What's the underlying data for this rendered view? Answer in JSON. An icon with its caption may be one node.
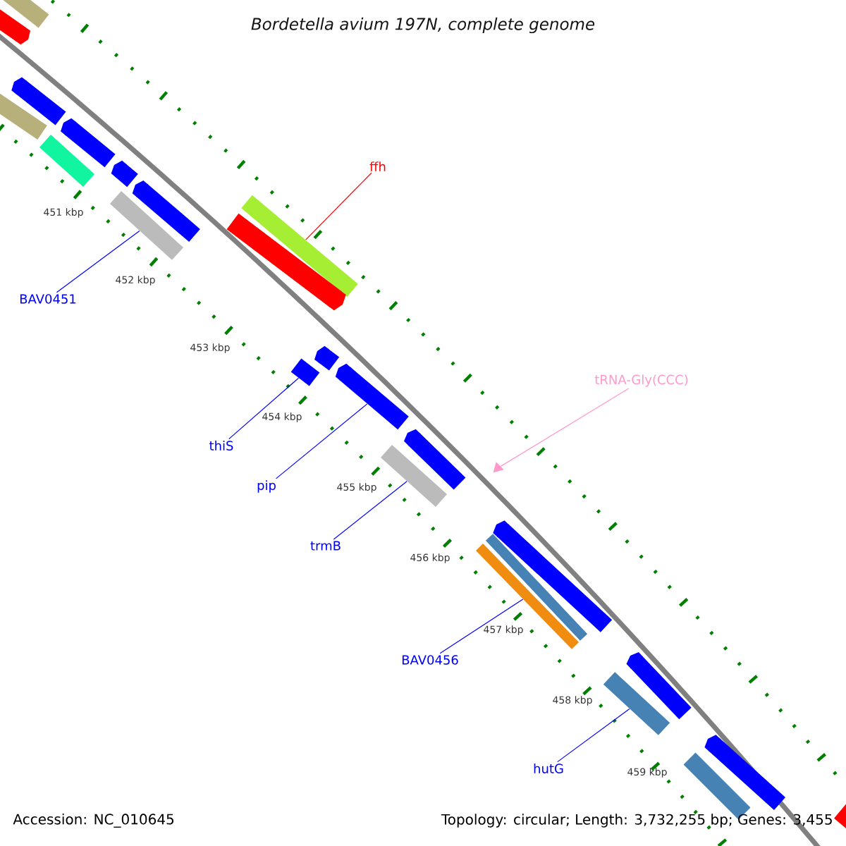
{
  "diagram": {
    "title": "Bordetella avium 197N, complete genome",
    "nodes": [
      {
        "text": [
          "ffh"
        ]
      },
      {
        "text": [],
        "shape": "bar"
      },
      {
        "text": [
          "BAV0451"
        ]
      },
      {
        "text": [],
        "shape": "bar"
      },
      {
        "text": [
          "tRNA-Gly(CCC)"
        ]
      },
      {
        "text": [],
        "shape": "triangle"
      },
      {
        "text": [
          "thiS"
        ]
      },
      {
        "text": [],
        "shape": "bar"
      },
      {
        "text": [
          "pip"
        ]
      },
      {
        "text": [],
        "shape": "bar"
      },
      {
        "text": [
          "trmB"
        ]
      },
      {
        "text": [],
        "shape": "bar"
      },
      {
        "text": [
          "BAV0456"
        ]
      },
      {
        "text": [],
        "shape": "bar"
      },
      {
        "text": [
          "hutG"
        ]
      },
      {
        "text": [],
        "shape": "bar"
      },
      {
        "text": [],
        "shape": "bar"
      },
      {
        "text": [],
        "shape": "bar"
      },
      {
        "text": [],
        "shape": "bar"
      },
      {
        "text": [],
        "shape": "bar"
      },
      {
        "text": [],
        "shape": "bar"
      },
      {
        "text": [],
        "shape": "bar"
      },
      {
        "text": [],
        "shape": "bar"
      },
      {
        "text": [],
        "shape": "bar"
      },
      {
        "text": [],
        "shape": "bar"
      },
      {
        "text": [],
        "shape": "bar"
      },
      {
        "text": [],
        "shape": "bar"
      },
      {
        "text": [],
        "shape": "bar"
      },
      {
        "text": [],
        "shape": "bar"
      },
      {
        "text": [],
        "shape": "bar"
      },
      {
        "text": [],
        "shape": "bar"
      },
      {
        "text": [],
        "shape": "bar"
      },
      {
        "text": [],
        "shape": "bar"
      }
    ],
    "edges": [
      {
        "from": 0,
        "to": 1,
        "arrow": "none",
        "color": "#ff0000"
      },
      {
        "from": 2,
        "to": 3,
        "arrow": "none"
      },
      {
        "from": 4,
        "to": 5,
        "arrow": "none",
        "color": "#ff99cc"
      },
      {
        "from": 6,
        "to": 7,
        "arrow": "none"
      },
      {
        "from": 8,
        "to": 9,
        "arrow": "none"
      },
      {
        "from": 10,
        "to": 11,
        "arrow": "none"
      },
      {
        "from": 12,
        "to": 13,
        "arrow": "none"
      },
      {
        "from": 14,
        "to": 15,
        "arrow": "none"
      }
    ],
    "labels": [
      "451 kbp",
      "452 kbp",
      "453 kbp",
      "454 kbp",
      "455 kbp",
      "456 kbp",
      "457 kbp",
      "458 kbp",
      "459 kbp",
      "Accession: NC_010645",
      "Topology: circular; Length: 3,732,255 bp; Genes: 3,455"
    ]
  }
}
